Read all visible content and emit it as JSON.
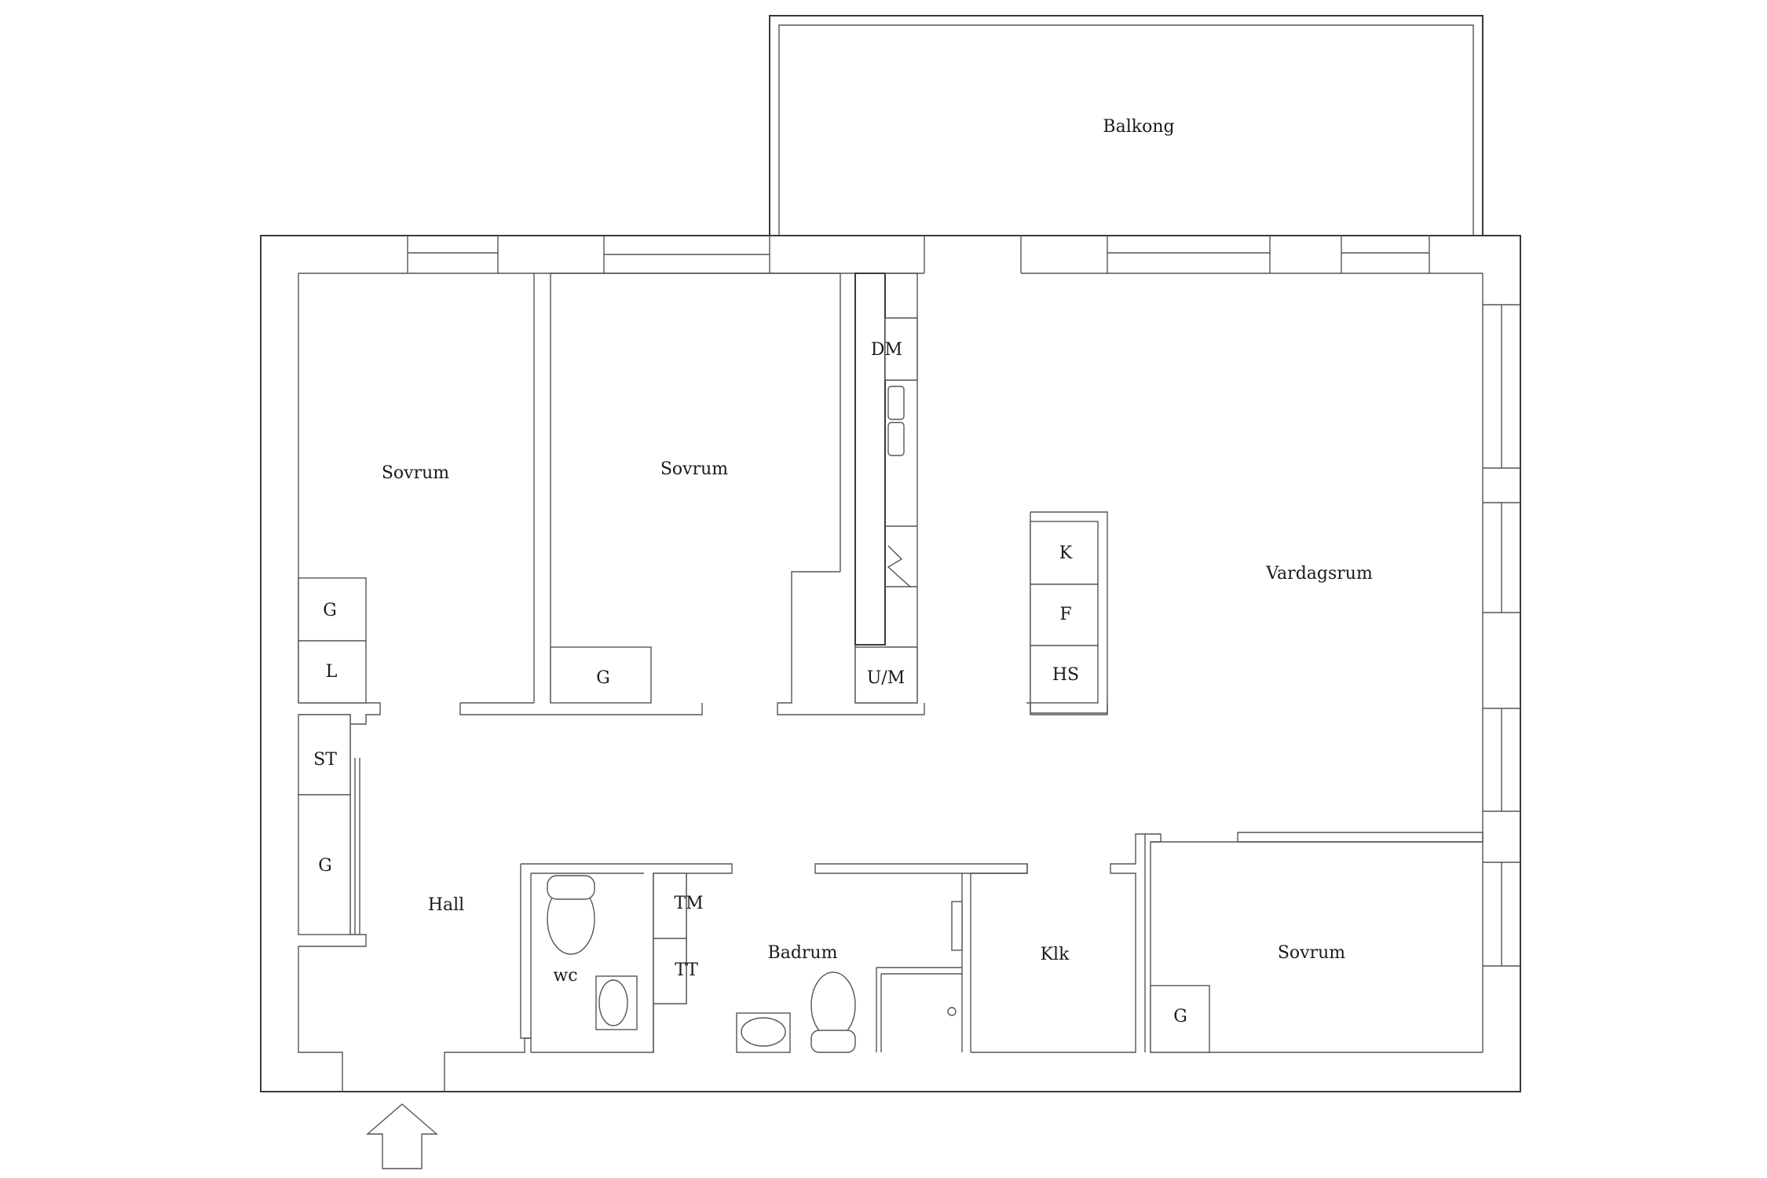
{
  "rooms": {
    "balcony": "Balkong",
    "bedroom_1": "Sovrum",
    "bedroom_2": "Sovrum",
    "bedroom_3": "Sovrum",
    "living_room": "Vardagsrum",
    "hall": "Hall",
    "wc": "wc",
    "bathroom": "Badrum",
    "closet": "Klk"
  },
  "fixtures": {
    "dishwasher": "DM",
    "oven_micro": "U/M",
    "fridge": "K",
    "freezer": "F",
    "tall_cabinet": "HS",
    "wardrobe_bed1": "G",
    "linen_bed1": "L",
    "wardrobe_bed2": "G",
    "cleaning_closet": "ST",
    "wardrobe_hall": "G",
    "washer": "TM",
    "dryer": "TT",
    "wardrobe_bed3": "G"
  }
}
